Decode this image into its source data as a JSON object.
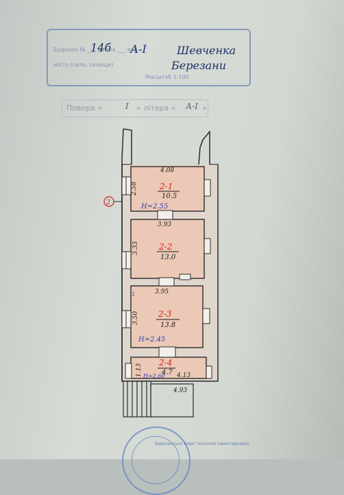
{
  "stamp_header": {
    "number": "14б",
    "letter": "А-I",
    "street": "Шевченка",
    "village": "Березани",
    "faded_line_1": "Будинок № ___ літера ___ вул.",
    "faded_line_2": "місто (село, селище)",
    "faded_line_3": "Масштаб 1:100"
  },
  "section_stamp": {
    "label_left": "Поверх «",
    "floor": "I",
    "label_mid": "» літера «",
    "letter": "А-I",
    "label_right": "»"
  },
  "plan": {
    "outer_marker": "2",
    "rooms": [
      {
        "id": "2-1",
        "area": "10.5",
        "width_label": "4.08",
        "side_label": "2.58",
        "height_label": "H=2.55"
      },
      {
        "id": "2-2",
        "area": "13.0",
        "width_label": "3.93",
        "side_label": "3.33"
      },
      {
        "id": "2-3",
        "area": "13.8",
        "width_label": "3.95",
        "side_label": "3.50",
        "height_label": "H=2.45",
        "marker": "1"
      },
      {
        "id": "2-4",
        "area": "4.7",
        "width_label": "4.13",
        "side_label": "1.13",
        "height_label": "H=2.60"
      }
    ],
    "bottom_dimension": "4.93"
  },
  "round_stamp": {
    "text": "Березанське бюро технічної інвентаризації"
  },
  "colors": {
    "paper": "#d6dbd6",
    "room_fill": "#e8c9b9",
    "wall": "#2a2a2a",
    "room_number": "#d02020",
    "height_label": "#2d3bb0",
    "stamp": "#6f86b2"
  }
}
